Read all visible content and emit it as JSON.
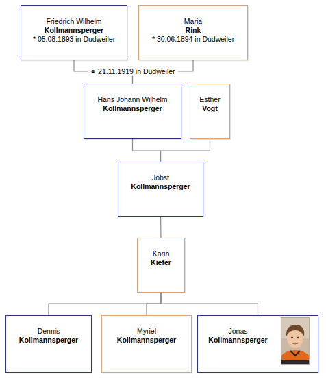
{
  "diagram": {
    "nodes": [
      {
        "text": [
          "Friedrich Wilhelm",
          "Kollmannsperger",
          "* 05.08.1893 in Dudweiler"
        ]
      },
      {
        "text": [
          "Maria",
          "Rink",
          "* 30.06.1894 in Dudweiler"
        ]
      },
      {
        "text": [
          "Hans",
          "Johann Wilhelm",
          "Kollmannsperger"
        ]
      },
      {
        "text": [
          "Esther",
          "Vogt"
        ]
      },
      {
        "text": [
          "Jobst",
          "Kollmannsperger"
        ]
      },
      {
        "text": [
          "Karin",
          "Kiefer"
        ]
      },
      {
        "text": [
          "Dennis",
          "Kollmannsperger"
        ]
      },
      {
        "text": [
          "Myriel",
          "Kollmannsperger"
        ]
      },
      {
        "text": [
          "Jonas",
          "Kollmannsperger"
        ]
      }
    ],
    "edges": [
      {
        "from": 0,
        "to": 2,
        "arrow": "none",
        "label": "⚭ 21.11.1919 in Dudweiler"
      },
      {
        "from": 1,
        "to": 2,
        "arrow": "none"
      },
      {
        "from": 2,
        "to": 4,
        "arrow": "none"
      },
      {
        "from": 3,
        "to": 4,
        "arrow": "none"
      },
      {
        "from": 4,
        "to": 5,
        "arrow": "none"
      },
      {
        "from": 5,
        "to": 6,
        "arrow": "none"
      },
      {
        "from": 5,
        "to": 7,
        "arrow": "none"
      },
      {
        "from": 5,
        "to": 8,
        "arrow": "none"
      }
    ]
  }
}
